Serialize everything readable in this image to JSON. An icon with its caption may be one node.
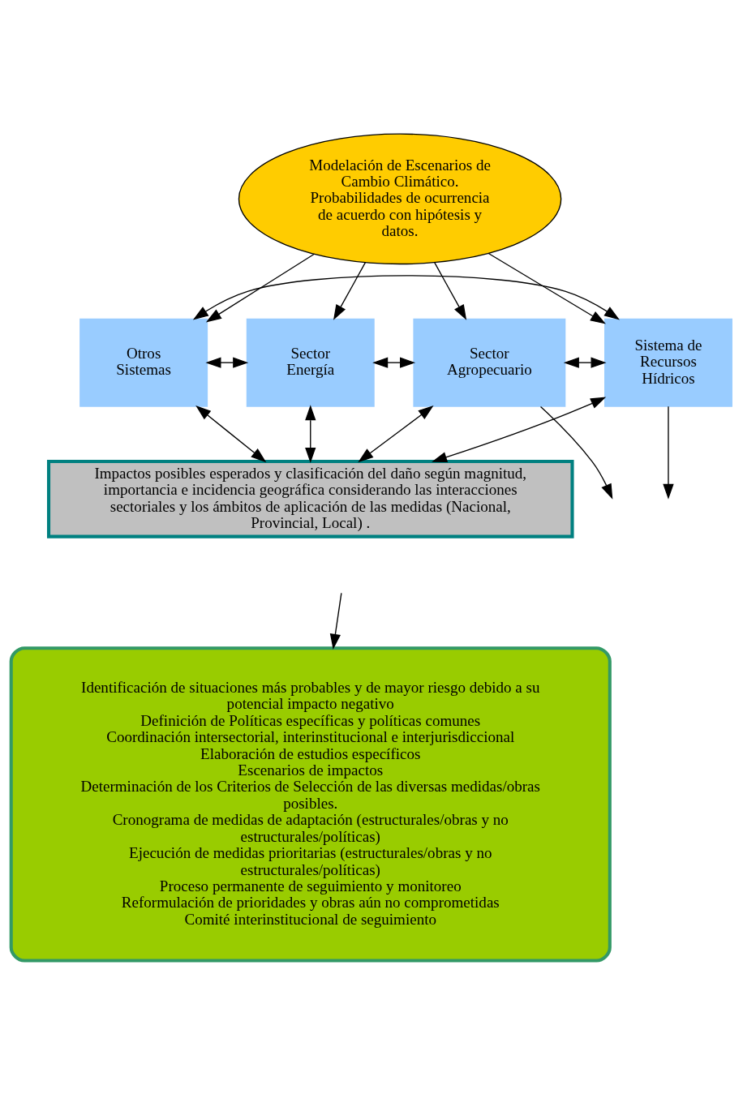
{
  "diagram": {
    "nodes": [
      {
        "text": [
          "Modelación de Escenarios de Cambio Climático. Probabilidades de ocurrencia de acuerdo con hipótesis y datos."
        ]
      },
      {
        "text": [
          "Sistema de Recursos Hídricos"
        ]
      },
      {
        "text": [
          "Otros Sistemas"
        ]
      },
      {
        "text": [
          "Sector Energía"
        ]
      },
      {
        "text": [
          "Sector Agropecuario"
        ]
      },
      {
        "text": [
          "Impactos posibles esperados y clasificación del daño según magnitud, importancia e incidencia geográfica considerando las interacciones sectoriales y los ámbitos de aplicación de las medidas (Nacional, Provincial, Local) ."
        ]
      },
      {
        "text": [
          "Identificación de situaciones más probables y de mayor riesgo debido a su potencial impacto negativo",
          "Definición de Políticas específicas y políticas comunes",
          "Coordinación intersectorial, interinstitucional e interjurisdiccional",
          "Elaboración de estudios específicos",
          "Escenarios de impactos",
          "Determinación de los Criterios de Selección de las diversas medidas/obras posibles.",
          "Cronograma de medidas de adaptación (estructurales/obras y no estructurales/políticas)",
          "Ejecución de medidas prioritarias (estructurales/obras y no estructurales/políticas)",
          "Proceso permanente de seguimiento y monitoreo",
          "Reformulación de prioridades y obras aún no comprometidas",
          "Comité interinstitucional de seguimiento"
        ]
      }
    ],
    "edges": [
      {
        "from": 0,
        "to": 1,
        "arrow": "to"
      },
      {
        "from": 0,
        "to": 2,
        "arrow": "to"
      },
      {
        "from": 0,
        "to": 3,
        "arrow": "to"
      },
      {
        "from": 0,
        "to": 4,
        "arrow": "to"
      },
      {
        "from": 1,
        "to": 2,
        "arrow": "both"
      },
      {
        "from": 2,
        "to": 3,
        "arrow": "both"
      },
      {
        "from": 3,
        "to": 4,
        "arrow": "both"
      },
      {
        "from": 1,
        "to": 5,
        "arrow": "both"
      },
      {
        "from": 2,
        "to": 5,
        "arrow": "both"
      },
      {
        "from": 3,
        "to": 5,
        "arrow": "both"
      },
      {
        "from": 4,
        "to": 5,
        "arrow": "both"
      },
      {
        "from": 1,
        "to": 4,
        "arrow": "both"
      },
      {
        "from": 1,
        "to": null,
        "arrow": "to"
      },
      {
        "from": 4,
        "to": null,
        "arrow": "to"
      },
      {
        "from": null,
        "to": 6,
        "arrow": "to"
      }
    ]
  }
}
